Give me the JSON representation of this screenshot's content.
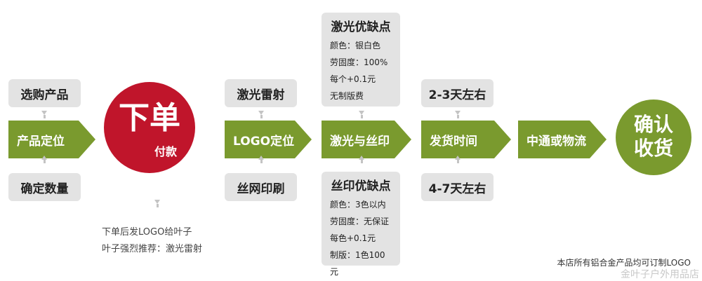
{
  "step1": {
    "top": "选购产品",
    "arrow": "产品定位",
    "bottom": "确定数量"
  },
  "order": {
    "main": "下单",
    "sub": "付款",
    "note1": "下单后发LOGO给叶子",
    "note2": "叶子强烈推荐：激光雷射"
  },
  "step3": {
    "top": "激光雷射",
    "arrow": "LOGO定位",
    "bottom": "丝网印刷"
  },
  "laser": {
    "title": "激光优缺点",
    "lines": [
      "颜色：银白色",
      "劳固度：100%",
      "每个+0.1元",
      "无制版费"
    ]
  },
  "step4": {
    "arrow": "激光与丝印"
  },
  "silk": {
    "title": "丝印优缺点",
    "lines": [
      "颜色：3色以内",
      "劳固度：无保证",
      "每色+0.1元",
      "制版：1色100元"
    ]
  },
  "step5": {
    "top": "2-3天左右",
    "arrow": "发货时间",
    "bottom": "4-7天左右"
  },
  "step6": {
    "arrow": "中通或物流"
  },
  "confirm": {
    "line1": "确认",
    "line2": "收货"
  },
  "footer": {
    "note": "本店所有铝合金产品均可订制LOGO",
    "watermark": "金叶子户外用品店"
  },
  "colors": {
    "green": "#7a9a2e",
    "red": "#c0152b",
    "box": "#e3e3e3",
    "connector": "#c4c4c4"
  }
}
